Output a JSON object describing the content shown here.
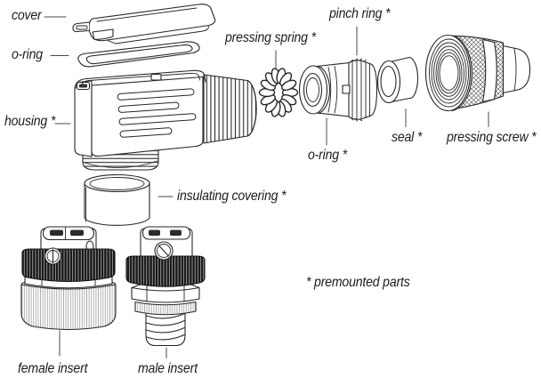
{
  "labels": {
    "cover": "cover",
    "o_ring_top": "o-ring",
    "housing": "housing *",
    "pressing_spring": "pressing spring *",
    "pinch_ring": "pinch ring *",
    "o_ring_front": "o-ring *",
    "seal": "seal *",
    "pressing_screw": "pressing screw *",
    "insulating_covering": "insulating covering *",
    "female_insert": "female insert",
    "male_insert": "male insert"
  },
  "footnote": "* premounted parts",
  "colors": {
    "line": "#262626",
    "background": "#ffffff"
  }
}
